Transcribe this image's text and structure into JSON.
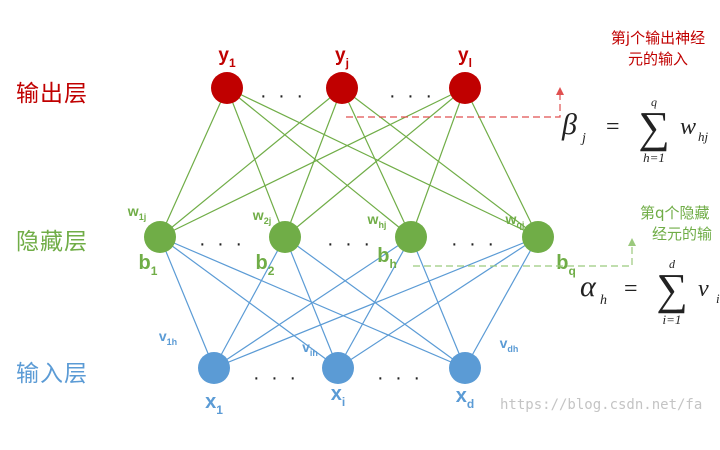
{
  "layers": {
    "output": {
      "label": "输出层",
      "color": "#c00000"
    },
    "hidden": {
      "label": "隐藏层",
      "color": "#70ad47"
    },
    "input": {
      "label": "输入层",
      "color": "#5b9bd5"
    }
  },
  "nodes": {
    "output": [
      {
        "main": "y",
        "sub": "1"
      },
      {
        "main": "y",
        "sub": "j"
      },
      {
        "main": "y",
        "sub": "l"
      }
    ],
    "hidden": [
      {
        "main": "b",
        "sub": "1",
        "weight_main": "w",
        "weight_sub": "1j"
      },
      {
        "main": "b",
        "sub": "2",
        "weight_main": "w",
        "weight_sub": "2j"
      },
      {
        "main": "b",
        "sub": "h",
        "weight_main": "w",
        "weight_sub": "hj"
      },
      {
        "main": "b",
        "sub": "q",
        "weight_main": "w",
        "weight_sub": "qj"
      }
    ],
    "input": [
      {
        "main": "x",
        "sub": "1",
        "weight_main": "v",
        "weight_sub": "1h"
      },
      {
        "main": "x",
        "sub": "i",
        "weight_main": "v",
        "weight_sub": "ih"
      },
      {
        "main": "x",
        "sub": "d",
        "weight_main": "v",
        "weight_sub": "dh"
      }
    ]
  },
  "ellipsis": "· · ·",
  "annotations": {
    "output_input": {
      "line1": "第j个输出神经",
      "line2": "元的输入"
    },
    "hidden_input": {
      "line1": "第q个隐藏",
      "line2": "经元的输"
    }
  },
  "formulas": {
    "beta": {
      "lhs": "β",
      "lhs_sub": "j",
      "eq": "=",
      "sum": "∑",
      "upper": "q",
      "lower": "h=1",
      "term": "w",
      "term_sub": "hj"
    },
    "alpha": {
      "lhs": "α",
      "lhs_sub": "h",
      "eq": "=",
      "sum": "∑",
      "upper": "d",
      "lower": "i=1",
      "term": "v",
      "term_sub": "ih"
    }
  },
  "watermark": "https://blog.csdn.net/fa"
}
